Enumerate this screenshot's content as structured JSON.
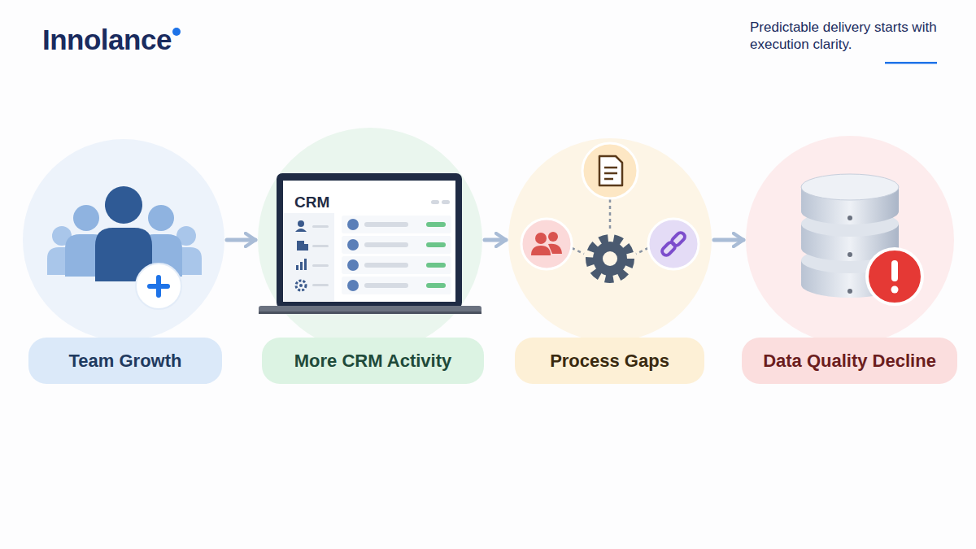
{
  "diagram": {
    "nodes": [
      {
        "text": [
          "Team Growth"
        ]
      },
      {
        "text": [
          "More CRM Activity"
        ]
      },
      {
        "text": [
          "Process Gaps"
        ]
      },
      {
        "text": [
          "Data Quality Decline"
        ]
      }
    ],
    "edges": [
      {
        "from": 0,
        "to": 1,
        "arrow": "to"
      },
      {
        "from": 1,
        "to": 2,
        "arrow": "to"
      },
      {
        "from": 2,
        "to": 3,
        "arrow": "to"
      }
    ],
    "labels": [
      "Innolance",
      "Predictable delivery starts with execution clarity.",
      "CRM"
    ]
  }
}
